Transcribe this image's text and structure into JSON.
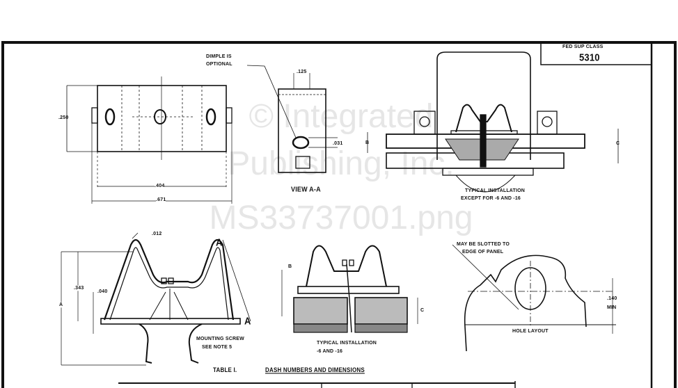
{
  "title_block": {
    "heading": "FED SUP CLASS",
    "value": "5310"
  },
  "watermark": {
    "line1": "© Integrated",
    "line2": "Publishing, Inc.",
    "line3": "MS33737001.png"
  },
  "top_views": {
    "dimple_note_1": "DIMPLE IS",
    "dimple_note_2": "OPTIONAL",
    "dim_125": ".125",
    "dim_250": ".250",
    "dim_031": ".031",
    "dim_404": ".404",
    "dim_671": ".671",
    "view_label": "VIEW A-A",
    "install_caption_1": "TYPICAL INSTALLATION",
    "install_caption_2": "EXCEPT FOR -6 AND -16",
    "ref_b": "B",
    "ref_c": "C"
  },
  "bottom_views": {
    "dim_012": ".012",
    "section_a_top": "A",
    "section_a_bottom": "A",
    "dim_343": ".343",
    "dim_040": ".040",
    "ref_a": "A",
    "screw_note_1": "MOUNTING SCREW",
    "screw_note_2": "SEE NOTE 5",
    "install_caption_1": "TYPICAL INSTALLATION",
    "install_caption_2": "-6 AND -16",
    "ref_b": "B",
    "ref_c": "C",
    "slot_note_1": "MAY BE SLOTTED TO",
    "slot_note_2": "EDGE OF PANEL",
    "dim_140": ".140",
    "dim_min": "MIN",
    "hole_layout": "HOLE LAYOUT"
  },
  "table": {
    "label": "TABLE I.",
    "title": "DASH NUMBERS AND DIMENSIONS"
  }
}
